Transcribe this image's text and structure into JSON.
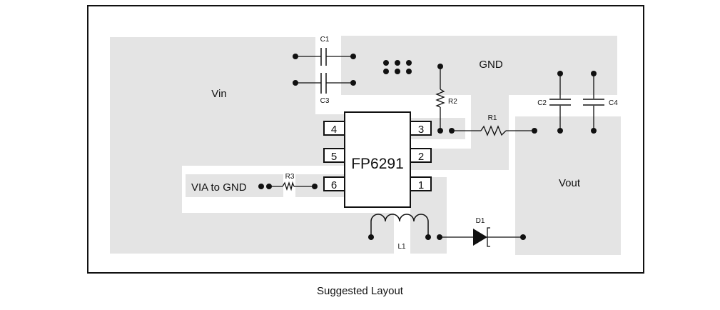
{
  "caption": "Suggested Layout",
  "colors": {
    "copper": "#e4e4e4",
    "ink": "#111111",
    "background": "#ffffff"
  },
  "regions": {
    "vin": "Vin",
    "gnd": "GND",
    "vout": "Vout",
    "via_to_gnd": "VIA to GND"
  },
  "ic": {
    "part": "FP6291",
    "pins_left": [
      "4",
      "5",
      "6"
    ],
    "pins_right": [
      "3",
      "2",
      "1"
    ]
  },
  "components": {
    "c1": "C1",
    "c3": "C3",
    "c2": "C2",
    "c4": "C4",
    "r1": "R1",
    "r2": "R2",
    "r3": "R3",
    "l1": "L1",
    "d1": "D1"
  }
}
